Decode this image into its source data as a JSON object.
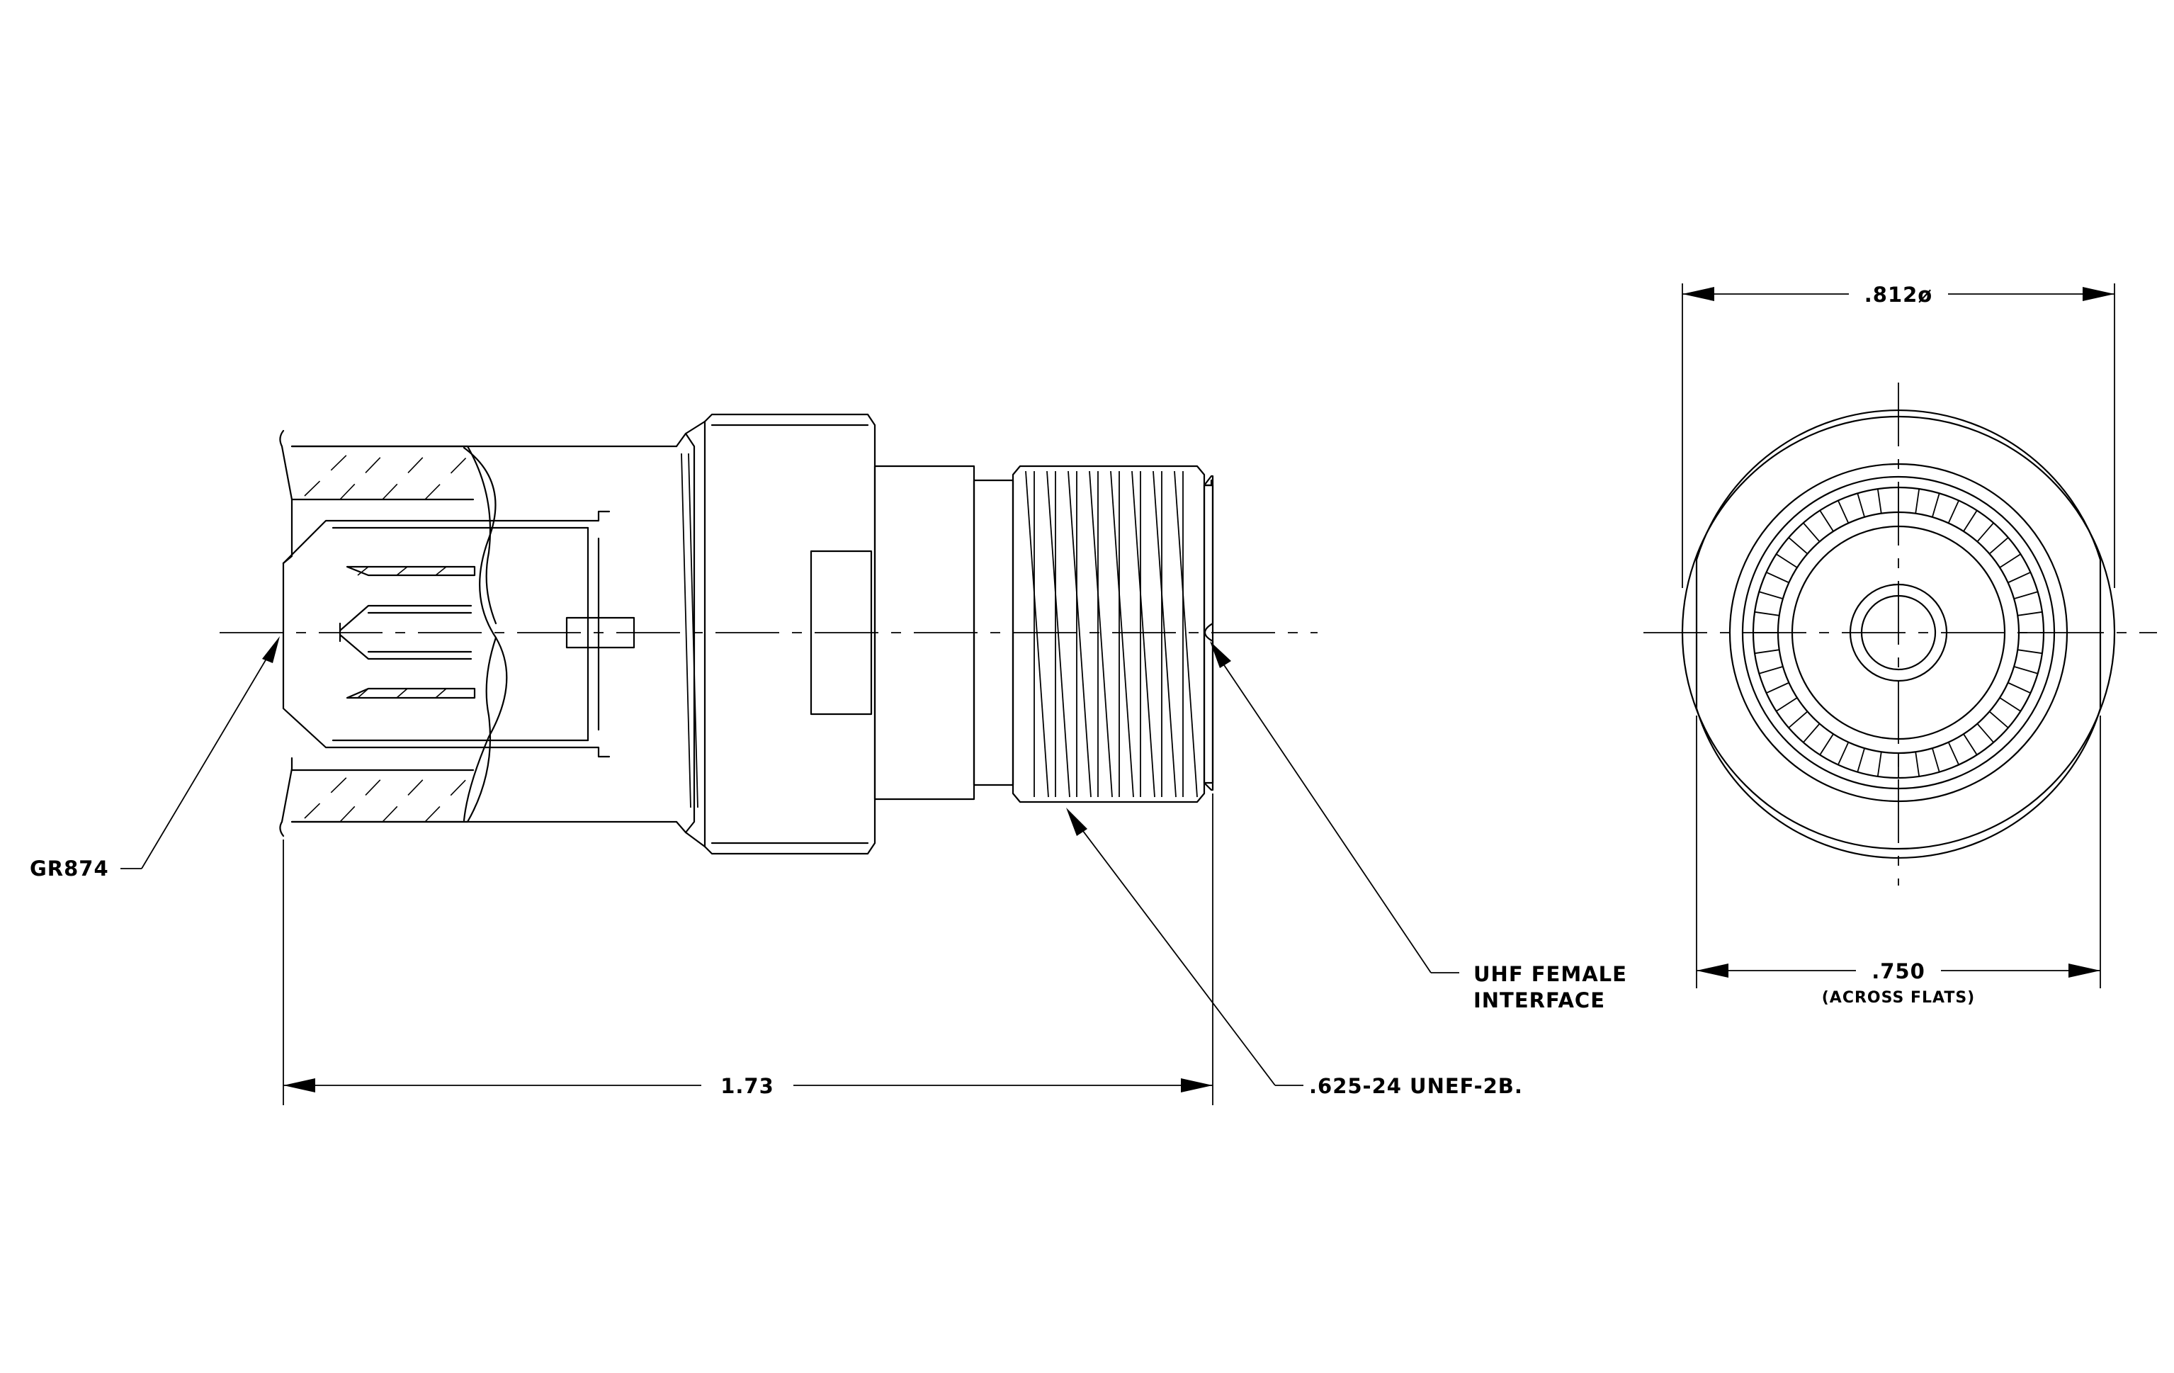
{
  "labels": {
    "gr874": "GR874",
    "uhf_line1": "UHF  FEMALE",
    "uhf_line2": "INTERFACE",
    "thread": ".625-24  UNEF-2B.",
    "length": "1.73",
    "diameter": ".812ø",
    "flats": ".750",
    "flats_note": "(ACROSS FLATS)"
  },
  "colors": {
    "ink": "#000000",
    "paper": "#ffffff"
  }
}
